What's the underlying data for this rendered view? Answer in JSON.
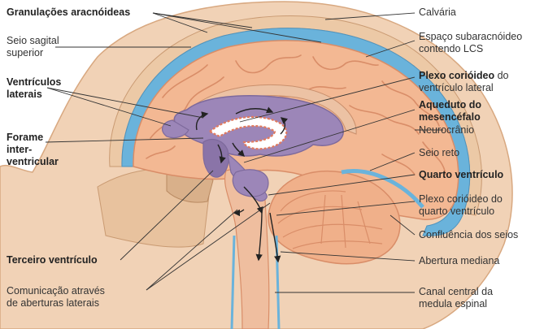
{
  "colors": {
    "skin": "#f1d2b6",
    "skin_dark": "#e2b48e",
    "brain": "#f3b893",
    "brain_fold": "#d98d68",
    "csf": "#6ab3db",
    "ventricle": "#9c86b8",
    "ventricle_dark": "#7e6a9c",
    "choroid": "#e07a5f",
    "leader": "#333333"
  },
  "labels": {
    "granulacoes": "Granulações aracnóideas",
    "seio_sagital": "Seio sagital\nsuperior",
    "ventriculos_laterais": "Ventrículos\nlaterais",
    "forame": "Forame\ninter-\nventricular",
    "terceiro": "Terceiro ventrículo",
    "comunicacao": "Comunicação através\nde aberturas laterais",
    "calvaria": "Calvária",
    "espaco": "Espaço subaracnóideo\ncontendo LCS",
    "plexo_lateral_bold": "Plexo corióideo",
    "plexo_lateral_rest": " do",
    "plexo_lateral_line2": "ventrículo lateral",
    "aqueduto": "Aqueduto do\nmesencéfalo",
    "neurocranio": "Neurocrânio",
    "seio_reto": "Seio reto",
    "quarto": "Quarto ventrículo",
    "plexo_quarto": "Plexo corióideo do\nquarto ventrículo",
    "confluencia": "Confluência dos seios",
    "abertura": "Abertura mediana",
    "canal": "Canal central da\nmedula espinal"
  }
}
